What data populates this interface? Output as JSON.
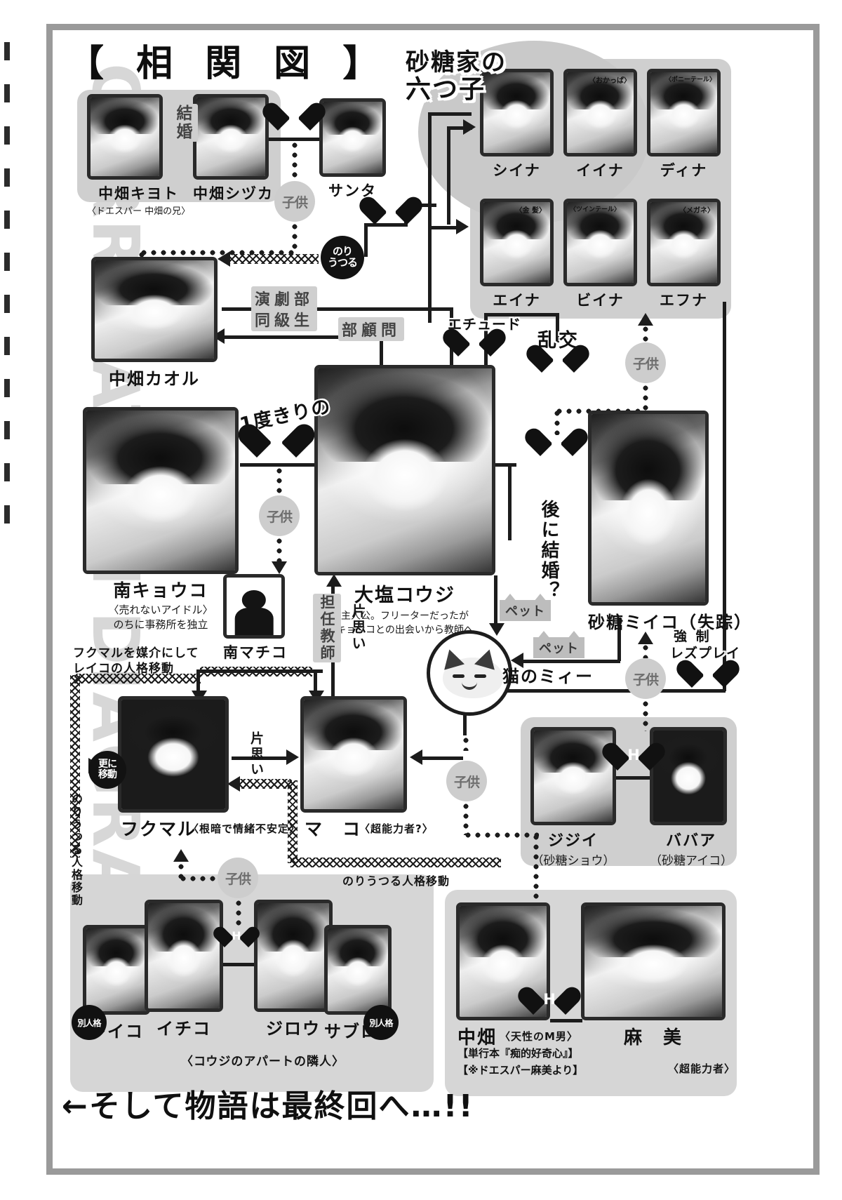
{
  "title": "【 相 関 図 】",
  "watermark": "CORRELATION DIAGRAM",
  "caption": "←そして物語は最終回へ…!!",
  "headings": {
    "sextuplets": "砂糖家の\n六つ子",
    "sextuplets_line1": "砂糖家の",
    "sextuplets_line2": "六つ子"
  },
  "labels": {
    "marriage": "結婚",
    "child": "子供",
    "h": "H",
    "nori_utsuru": "のり\nうつる",
    "nori_line1": "のり",
    "nori_line2": "うつる",
    "drama_club_1": "演劇部",
    "drama_club_2": "同級生",
    "club_advisor": "部顧問",
    "etude": "エチュード",
    "orgy": "乱交",
    "once_only": "1度きりの",
    "later_marriage": "後に結婚？",
    "pet": "ペット",
    "homeroom_teacher": "担任教師",
    "unrequited": "片思い",
    "forced_lesbian_1": "強 制",
    "forced_lesbian_2": "レズプレイ",
    "fukumaru_medium_1": "フクマルを媒介にして",
    "fukumaru_medium_2": "レイコの人格移動",
    "further_move_1": "更に",
    "further_move_2": "移動",
    "possession_move_vertical": "のりうつる人格移動",
    "possession_move_right": "のりうつる人格移動",
    "alt_personality": "別人格"
  },
  "characters": {
    "kiyoto": {
      "name": "中畑キヨト",
      "sub": "〈ドエスパー 中畑の兄〉"
    },
    "shizuka": {
      "name": "中畑シヅカ",
      "sub": ""
    },
    "santa": {
      "name": "サンタ",
      "sub": ""
    },
    "kaoru": {
      "name": "中畑カオル",
      "sub": ""
    },
    "kyoko": {
      "name": "南キョウコ",
      "sub": "〈売れないアイドル〉",
      "sub2": "のちに事務所を独立"
    },
    "machiko": {
      "name": "南マチコ",
      "sub": ""
    },
    "koji": {
      "name": "大塩コウジ",
      "sub": "主人公。フリーターだったが",
      "sub2": "キョウコとの出会いから教師へ"
    },
    "miiko": {
      "name": "砂糖ミイコ（失踪）",
      "sub": ""
    },
    "cat": {
      "name": "猫のミィー",
      "sub": ""
    },
    "fukumaru": {
      "name": "フクマル",
      "sub": "〈根暗で情緒不安定〉"
    },
    "mako": {
      "name": "マ　コ",
      "sub": "〈超能力者?〉"
    },
    "jijii": {
      "name": "ジジイ",
      "sub": "（砂糖ショウ）"
    },
    "babaa": {
      "name": "ババア",
      "sub": "（砂糖アイコ）"
    },
    "reiko": {
      "name": "レイコ",
      "sub": ""
    },
    "ichiko": {
      "name": "イチコ",
      "sub": ""
    },
    "jiro": {
      "name": "ジロウ",
      "sub": ""
    },
    "saburo": {
      "name": "サブロウ",
      "sub": ""
    },
    "neighbors_note": "〈コウジのアパートの隣人〉",
    "nakahata": {
      "name": "中畑",
      "sub": "〈天性のM男〉"
    },
    "nakahata_note1": "【単行本『痴的好奇心』】",
    "nakahata_note2": "【※ドエスパー麻美より】",
    "asami": {
      "name": "麻　美",
      "sub": "〈超能力者〉"
    }
  },
  "sextuplets": [
    {
      "name": "シイナ",
      "tag": ""
    },
    {
      "name": "イイナ",
      "tag": "〈おかっぱ〉"
    },
    {
      "name": "ディナ",
      "tag": "〈ポニーテール〉"
    },
    {
      "name": "エイナ",
      "tag": "〈金 髪〉"
    },
    {
      "name": "ビイナ",
      "tag": "〈ツインテール〉"
    },
    {
      "name": "エフナ",
      "tag": "〈メガネ〉"
    }
  ],
  "colors": {
    "ink": "#121212",
    "paper": "#ffffff",
    "panel_gray": "#cfcfcf",
    "frame_gray": "#9a9a9a",
    "watermark_gray": "#d7d7d7"
  }
}
